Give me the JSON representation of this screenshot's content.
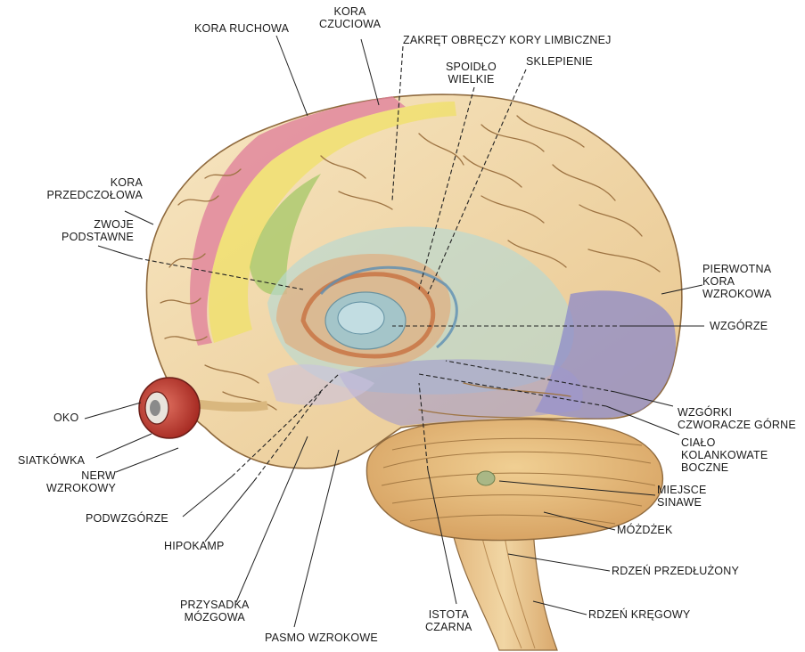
{
  "labels": {
    "kora_ruchowa": "KORA RUCHOWA",
    "kora_czuciowa_1": "KORA",
    "kora_czuciowa_2": "CZUCIOWA",
    "zakret": "ZAKRĘT OBRĘCZY KORY LIMBICZNEJ",
    "spoidlo_1": "SPOIDŁO",
    "spoidlo_2": "WIELKIE",
    "sklepienie": "SKLEPIENIE",
    "kora_przedczolowa_1": "KORA",
    "kora_przedczolowa_2": "PRZEDCZOŁOWA",
    "zwoje_1": "ZWOJE",
    "zwoje_2": "PODSTAWNE",
    "pierwotna_1": "PIERWOTNA",
    "pierwotna_2": "KORA",
    "pierwotna_3": "WZROKOWA",
    "wzgorze": "WZGÓRZE",
    "wzgorki_1": "WZGÓRKI",
    "wzgorki_2": "CZWORACZE GÓRNE",
    "cialo_1": "CIAŁO",
    "cialo_2": "KOLANKOWATE",
    "cialo_3": "BOCZNE",
    "miejsce_1": "MIEJSCE",
    "miejsce_2": "SINAWE",
    "mozdzek": "MÓŻDŻEK",
    "rdzen_przedluzony": "RDZEŃ PRZEDŁUŻONY",
    "rdzen_kregowy": "RDZEŃ KRĘGOWY",
    "oko": "OKO",
    "siatkowka": "SIATKÓWKA",
    "nerw_1": "NERW",
    "nerw_2": "WZROKOWY",
    "podwzgorze": "PODWZGÓRZE",
    "hipokamp": "HIPOKAMP",
    "przysadka_1": "PRZYSADKA",
    "przysadka_2": "MÓZGOWA",
    "pasmo": "PASMO WZROKOWE",
    "istota_1": "ISTOTA",
    "istota_2": "CZARNA"
  },
  "colors": {
    "cortex": "#f3dcae",
    "cortex_shade": "#d9b77e",
    "motor": "#e0849c",
    "sensory": "#f0e06a",
    "green": "#a9c96c",
    "limbic": "#b7d9d3",
    "visual": "#8c89c9",
    "thalamus": "#9fc7cf",
    "basal": "#e7a36b",
    "cerebellum": "#e6b878",
    "stem": "#e9c78f",
    "eye": "#c63d2d"
  }
}
